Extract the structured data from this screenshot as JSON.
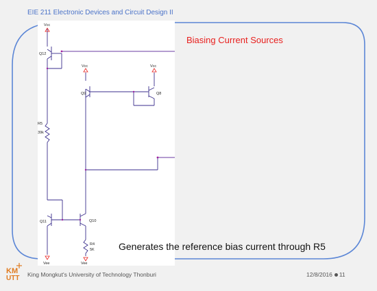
{
  "header": {
    "course_title": "EIE 211 Electronic Devices and Circuit Design II",
    "slide_title": "Biasing Current Sources"
  },
  "circuit": {
    "labels": {
      "vcc_top": "Vcc",
      "q12": "Q12",
      "vcc_q9": "Vcc",
      "vcc_q8": "Vcc",
      "q9": "Q9",
      "q8": "Q8",
      "r5": "R5",
      "r5_value": "39k",
      "q11": "Q11",
      "q10": "Q10",
      "r4": "R4",
      "r4_value": "5K",
      "vee_left": "Vee",
      "vee_right": "Vee"
    }
  },
  "caption": "Generates the reference bias current through R5",
  "footer": {
    "institution": "King Mongkut's University of Technology Thonburi",
    "date": "12/8/2016",
    "page": "11",
    "logo_text": "KMUTT"
  },
  "colors": {
    "frame": "#5b86d6",
    "title": "#e8201e",
    "wire": "#3a2e8c",
    "node": "#a020a0",
    "logo": "#e07b20"
  }
}
